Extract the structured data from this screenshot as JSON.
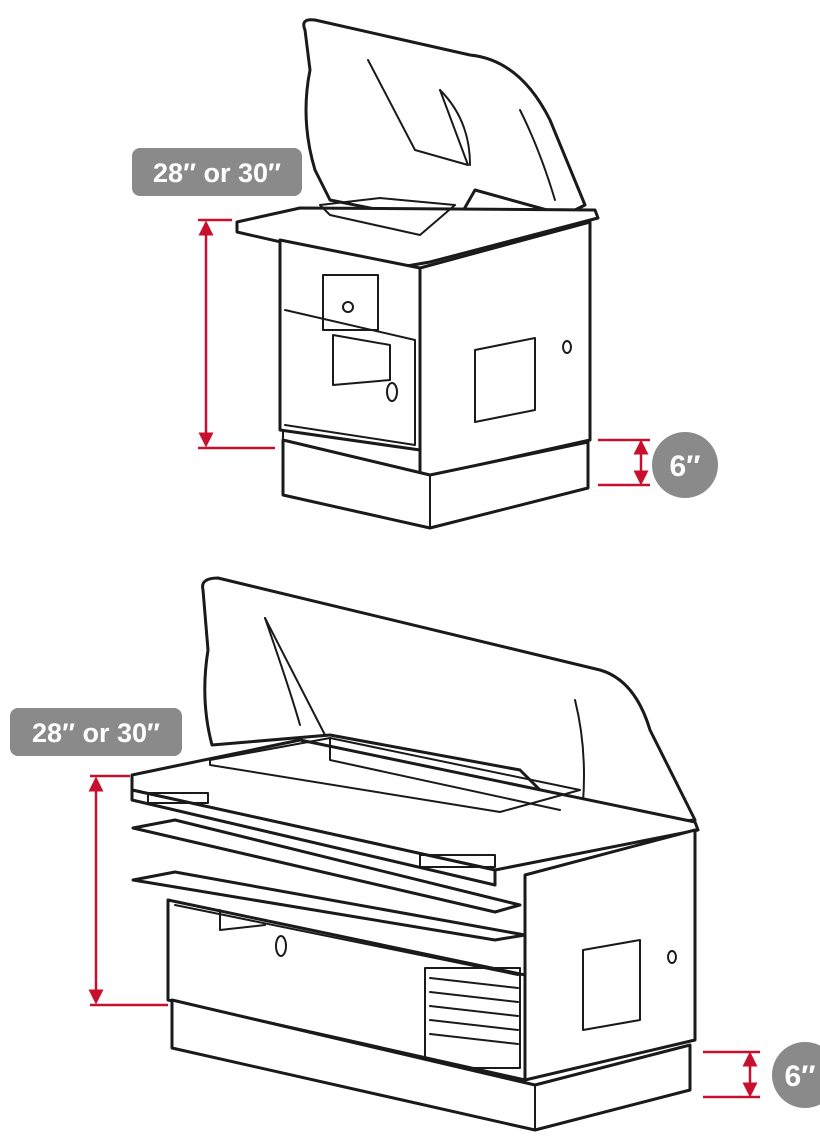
{
  "colors": {
    "dimension_line": "#c8102e",
    "badge_fill": "#8a8a8a",
    "badge_text": "#ffffff",
    "outline": "#1a1a1a"
  },
  "single_unit": {
    "height_label": "28″ or 30″",
    "base_label": "6″"
  },
  "double_unit": {
    "height_label": "28″ or 30″",
    "base_label": "6″"
  }
}
